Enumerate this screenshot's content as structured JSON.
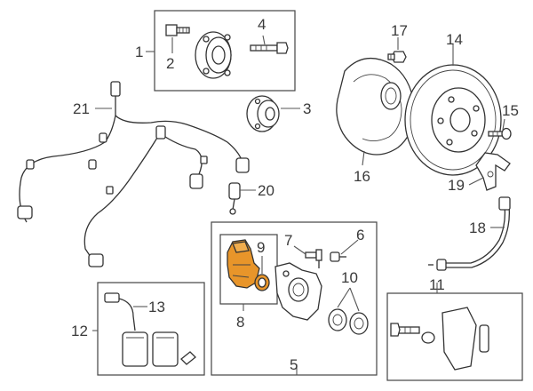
{
  "labels": {
    "p1": "1",
    "p2": "2",
    "p3": "3",
    "p4": "4",
    "p5": "5",
    "p6": "6",
    "p7": "7",
    "p8": "8",
    "p9": "9",
    "p10": "10",
    "p11": "11",
    "p12": "12",
    "p13": "13",
    "p14": "14",
    "p15": "15",
    "p16": "16",
    "p17": "17",
    "p18": "18",
    "p19": "19",
    "p20": "20",
    "p21": "21"
  },
  "colors": {
    "highlight": "#e8952a",
    "line": "#333333",
    "box": "#444444"
  }
}
